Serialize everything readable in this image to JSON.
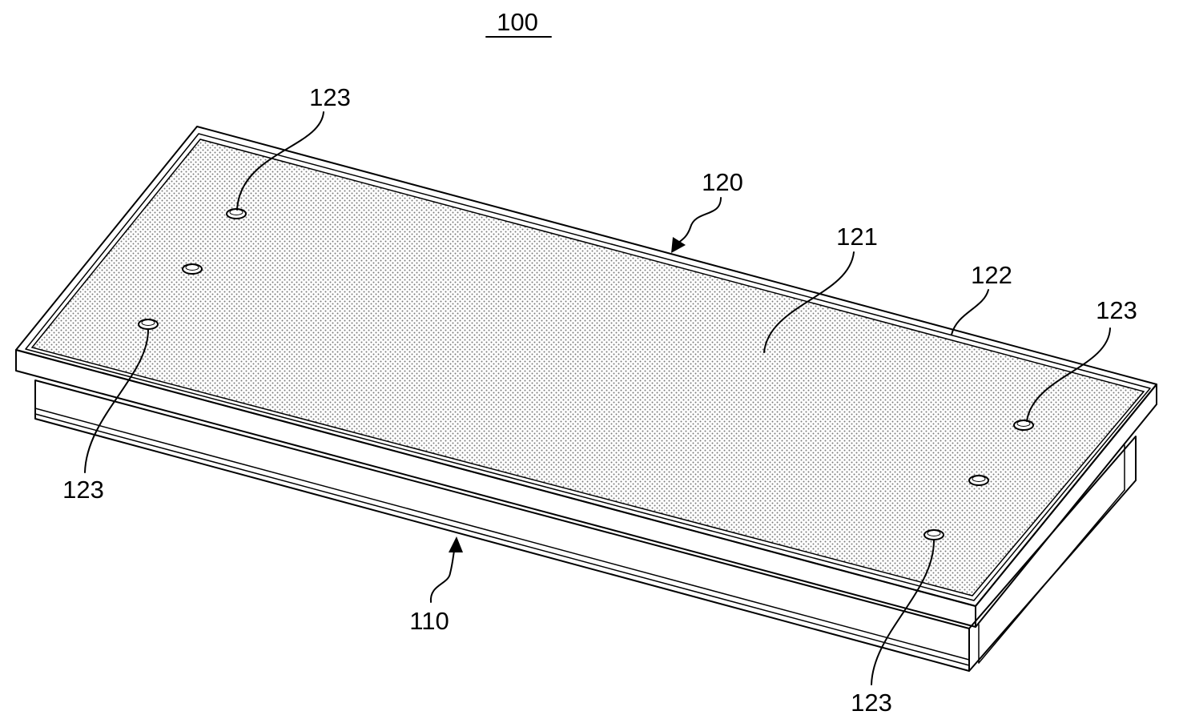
{
  "figure": {
    "title": "100",
    "labels": {
      "frame": "120",
      "surface": "121",
      "edge": "122",
      "base": "110",
      "hole_top_left": "123",
      "hole_left": "123",
      "hole_right": "123",
      "hole_bottom": "123"
    }
  },
  "colors": {
    "line": "#000000",
    "surface_dots": "#7a7a7a",
    "background": "#ffffff"
  }
}
